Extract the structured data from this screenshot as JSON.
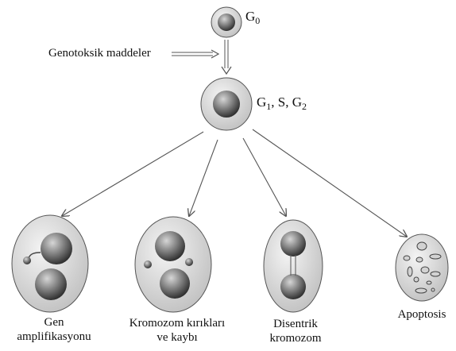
{
  "stages": {
    "g0": {
      "letter": "G",
      "sub": "0"
    },
    "g1sg2": {
      "g1_letter": "G",
      "g1_sub": "1",
      "middle": ", S, ",
      "g2_letter": "G",
      "g2_sub": "2"
    }
  },
  "input_label": "Genotoksik maddeler",
  "outcomes": [
    {
      "line1": "Gen",
      "line2": "amplifikasyonu"
    },
    {
      "line1": "Kromozom kırıkları",
      "line2": "ve kaybı"
    },
    {
      "line1": "Disentrik",
      "line2": "kromozom"
    },
    {
      "line1": "Apoptosis",
      "line2": ""
    }
  ],
  "colors": {
    "cell_fill": "#dedede",
    "cell_stroke": "#555555",
    "nucleus_dark": "#3a3a3a",
    "nucleus_light": "#d0d0d0",
    "arrow": "#555555"
  }
}
